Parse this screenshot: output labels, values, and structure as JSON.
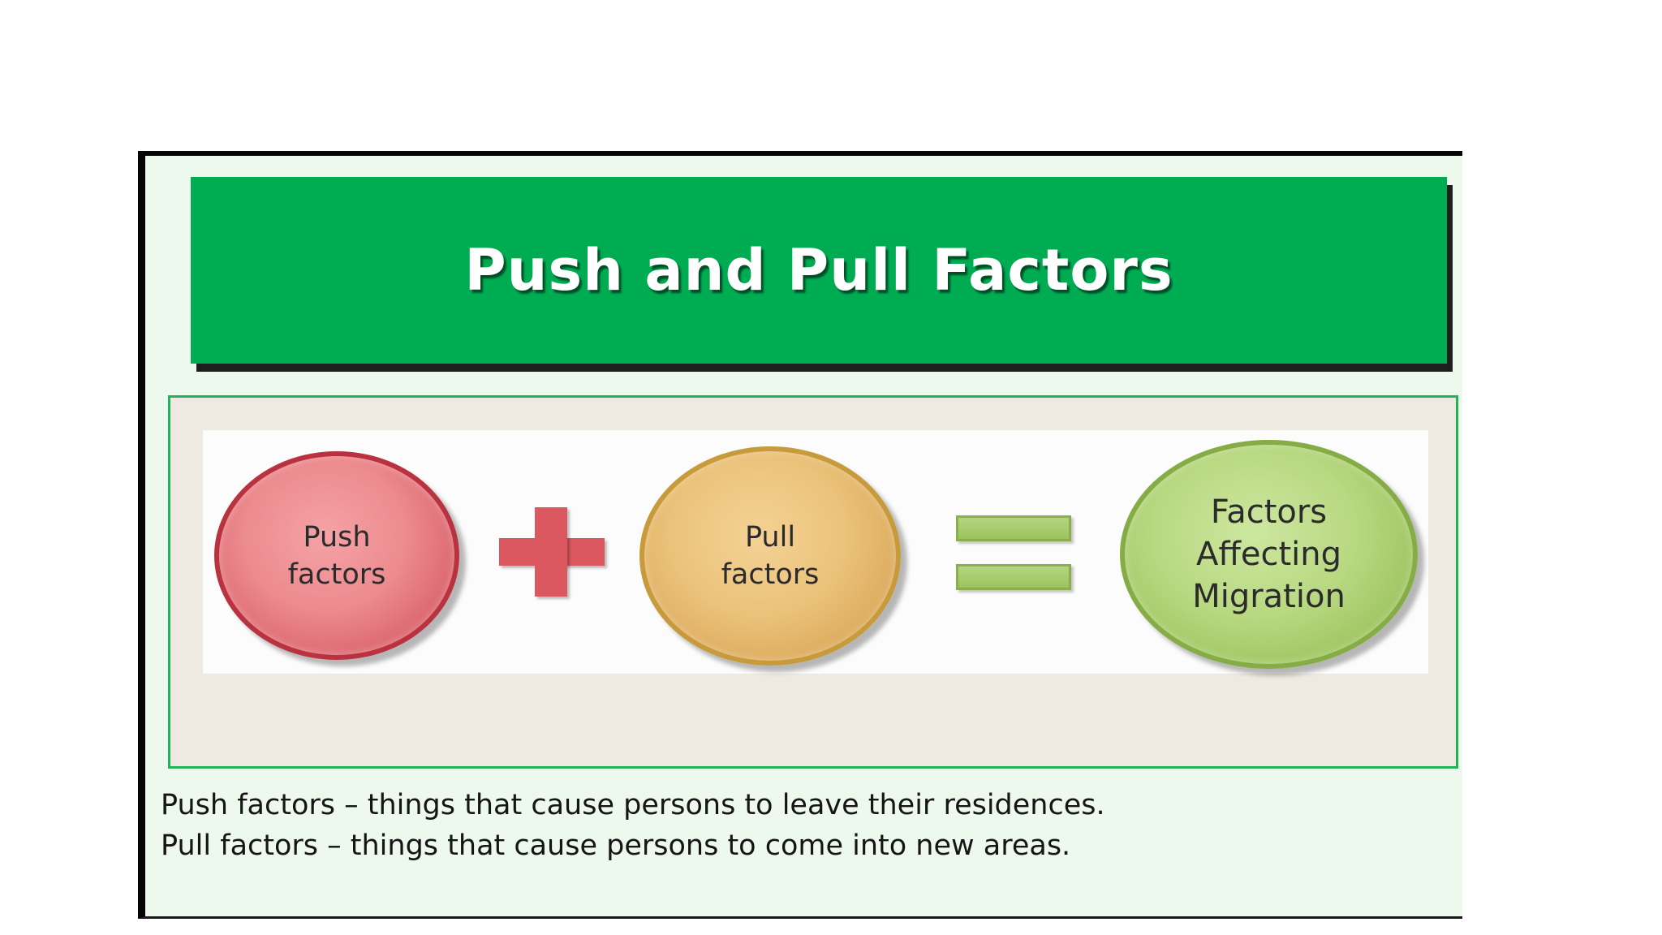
{
  "slide": {
    "title": "Push and Pull Factors",
    "diagram": {
      "push_label": "Push\nfactors",
      "plus_symbol": "plus-icon",
      "pull_label": "Pull\nfactors",
      "equals_symbol": "equals-icon",
      "result_label": "Factors\nAffecting\nMigration"
    },
    "caption": {
      "line1": "Push factors – things that cause persons to leave their residences.",
      "line2": "Pull factors – things that cause persons to come into new areas."
    },
    "colors": {
      "title_banner": "#00ac52",
      "push_circle": "#ec8a8f",
      "pull_circle": "#ebc27a",
      "result_circle": "#b8d881",
      "plus": "#dc5860",
      "equals": "#9cc35e"
    }
  }
}
